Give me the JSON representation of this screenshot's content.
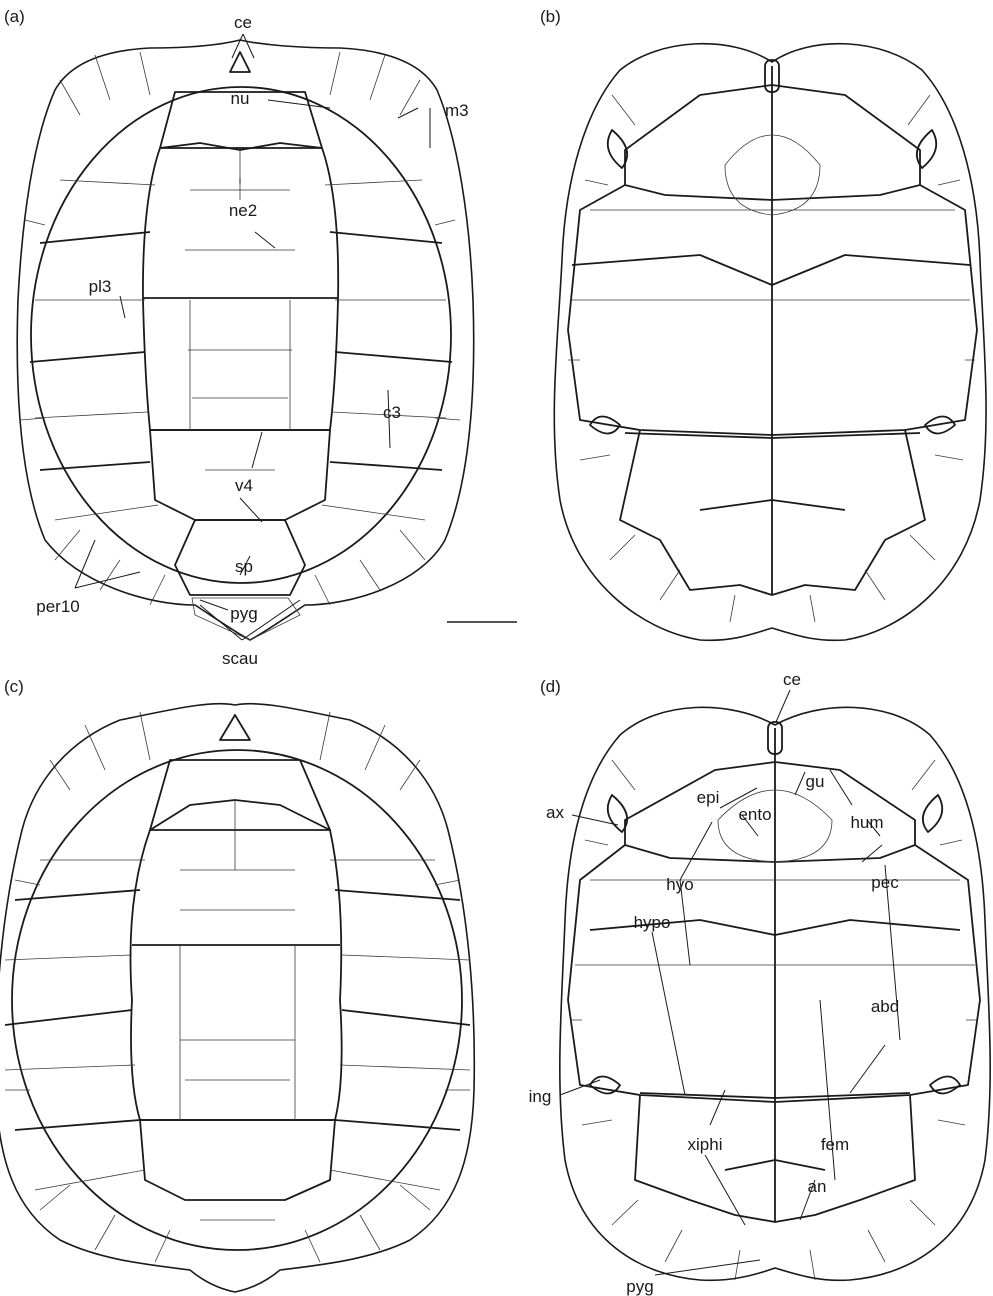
{
  "panels": {
    "a": {
      "tag": "(a)"
    },
    "b": {
      "tag": "(b)"
    },
    "c": {
      "tag": "(c)"
    },
    "d": {
      "tag": "(d)"
    }
  },
  "labels_a": {
    "ce": "ce",
    "nu": "nu",
    "m3": "m3",
    "ne2": "ne2",
    "pl3": "pl3",
    "c3": "c3",
    "v4": "v4",
    "sp": "sp",
    "per10": "per10",
    "pyg": "pyg",
    "scau": "scau"
  },
  "labels_d": {
    "ce": "ce",
    "gu": "gu",
    "epi": "epi",
    "ax": "ax",
    "ento": "ento",
    "hum": "hum",
    "hyo": "hyo",
    "pec": "pec",
    "hypo": "hypo",
    "abd": "abd",
    "ing": "ing",
    "xiphi": "xiphi",
    "fem": "fem",
    "an": "an",
    "pyg": "pyg"
  }
}
